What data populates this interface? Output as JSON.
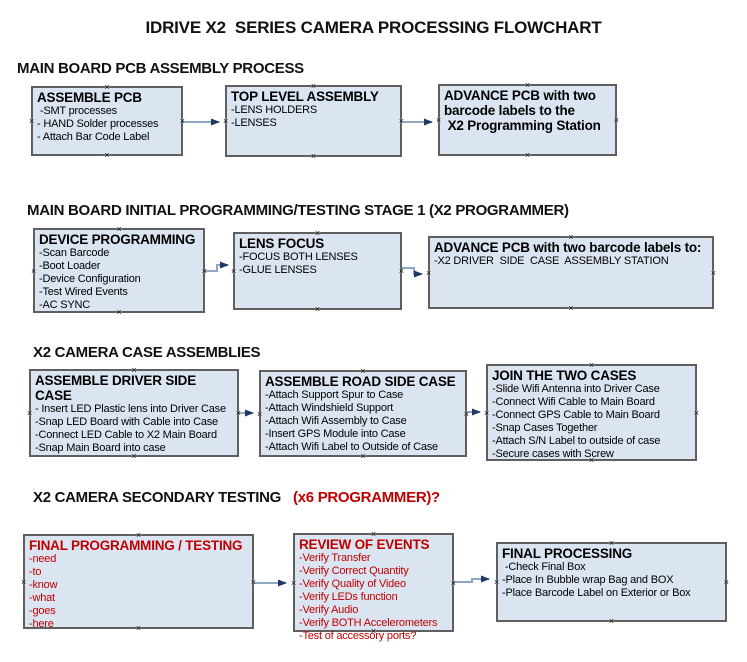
{
  "title": "IDRIVE X2  SERIES CAMERA PROCESSING FLOWCHART",
  "colors": {
    "box_fill": "#dbe5f1",
    "box_border": "#5f5f5f",
    "red_text": "#c00000",
    "arrow_line": "#8da6c4",
    "arrow_head": "#203864",
    "text": "#000000"
  },
  "icons": {
    "anchor_icon": "×"
  },
  "sections": [
    {
      "header": "MAIN BOARD PCB ASSEMBLY PROCESS",
      "boxes": [
        {
          "title": "ASSEMBLE PCB",
          "items": [
            " -SMT processes",
            "- HAND Solder processes",
            "- Attach Bar Code Label"
          ]
        },
        {
          "title": "TOP LEVEL ASSEMBLY",
          "items": [
            "-LENS HOLDERS",
            "-LENSES"
          ]
        },
        {
          "title": "ADVANCE PCB with two\nbarcode labels to the\n X2 Programming Station",
          "items": []
        }
      ]
    },
    {
      "header": "MAIN BOARD INITIAL PROGRAMMING/TESTING STAGE 1 (X2 PROGRAMMER)",
      "boxes": [
        {
          "title": "DEVICE PROGRAMMING",
          "items": [
            "-Scan Barcode",
            "-Boot Loader",
            "-Device Configuration",
            "-Test Wired Events",
            "-AC SYNC"
          ]
        },
        {
          "title": "LENS FOCUS",
          "items": [
            "-FOCUS BOTH LENSES",
            "-GLUE LENSES"
          ]
        },
        {
          "title": "ADVANCE PCB with two barcode labels to:",
          "items": [
            "-X2 DRIVER  SIDE  CASE  ASSEMBLY STATION"
          ]
        }
      ]
    },
    {
      "header": "X2 CAMERA CASE ASSEMBLIES",
      "boxes": [
        {
          "title": "ASSEMBLE DRIVER SIDE CASE",
          "items": [
            "- Insert LED Plastic lens into Driver Case",
            "-Snap LED Board with Cable into Case",
            "-Connect LED Cable to X2 Main Board",
            "-Snap Main Board into case"
          ]
        },
        {
          "title": "ASSEMBLE ROAD SIDE CASE",
          "items": [
            "-Attach Support Spur to Case",
            "-Attach Windshield Support",
            "-Attach Wifi Assembly to Case",
            "-Insert GPS Module into Case",
            "-Attach Wifi Label to Outside of Case"
          ]
        },
        {
          "title": "JOIN THE TWO CASES",
          "items": [
            "-Slide Wifi Antenna into Driver Case",
            "-Connect Wifi Cable to Main Board",
            "-Connect GPS Cable to Main Board",
            "-Snap Cases Together",
            "-Attach S/N Label to outside of case",
            "-Secure cases with Screw"
          ]
        }
      ]
    },
    {
      "header": "X2 CAMERA SECONDARY TESTING",
      "header_suffix": "(x6 PROGRAMMER)?",
      "boxes": [
        {
          "title": "FINAL PROGRAMMING / TESTING",
          "red": true,
          "items": [
            "-need",
            "-to",
            "-know",
            "-what",
            "-goes",
            "-here"
          ]
        },
        {
          "title": "REVIEW OF EVENTS",
          "red": true,
          "items": [
            "-Verify Transfer",
            "-Verify Correct Quantity",
            "-Verify Quality of Video",
            "-Verify LEDs function",
            "-Verify Audio",
            "-Verify BOTH Accelerometers",
            "-Test of accessory ports?"
          ]
        },
        {
          "title": "FINAL PROCESSING",
          "items": [
            " -Check Final Box",
            "-Place In Bubble wrap Bag and BOX",
            "-Place Barcode Label on Exterior or Box"
          ]
        }
      ]
    }
  ]
}
